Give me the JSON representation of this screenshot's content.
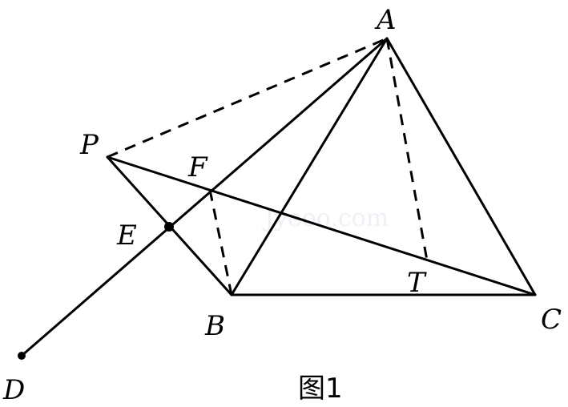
{
  "labels": {
    "A": "A",
    "B": "B",
    "C": "C",
    "D": "D",
    "E": "E",
    "F": "F",
    "P": "P",
    "T": "T"
  },
  "caption": "图1",
  "watermark": "Jyeoo.com"
}
